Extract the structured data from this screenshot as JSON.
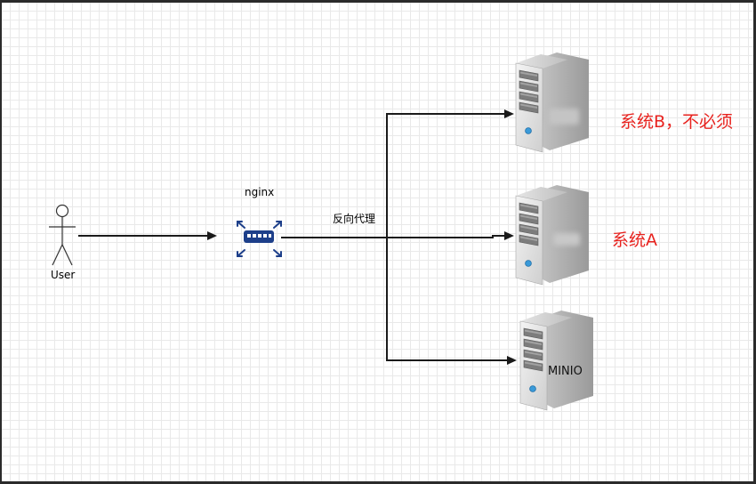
{
  "actor": {
    "label": "User",
    "icon": "user-stick-figure-icon"
  },
  "proxy": {
    "label": "nginx",
    "icon": "network-switch-icon",
    "color": "#1d3f8a"
  },
  "edge": {
    "label": "反向代理"
  },
  "servers": [
    {
      "label": "系统B，不必须",
      "label_color": "#e8231f",
      "icon": "server-tower-icon"
    },
    {
      "label": "系统A",
      "label_color": "#e8231f",
      "icon": "server-tower-icon"
    },
    {
      "label": "MINIO",
      "icon": "server-tower-icon"
    }
  ]
}
